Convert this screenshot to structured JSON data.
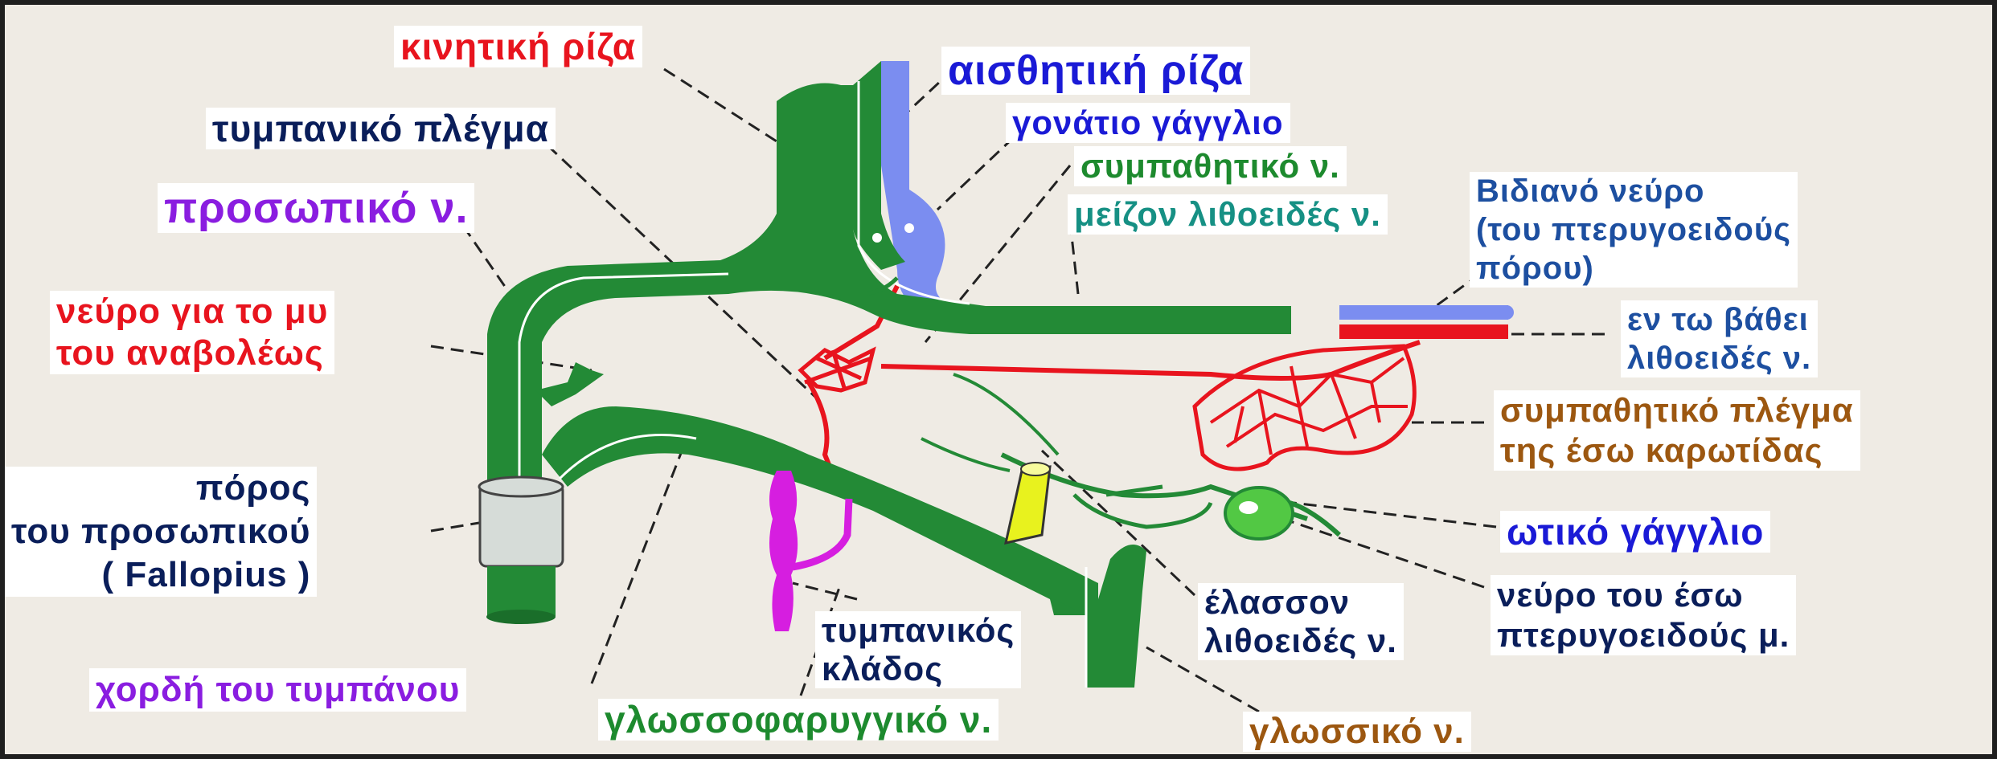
{
  "labels": {
    "motor_root": "κινητική ρίζα",
    "sensory_root": "αισθητική ρίζα",
    "tympanic_plexus": "τυμπανικό πλέγμα",
    "geniculate_ganglion": "γονάτιο γάγγλιο",
    "sympathetic_nerve": "συμπαθητικό ν.",
    "facial_nerve": "προσωπικό ν.",
    "greater_petrosal": "μείζον λιθοειδές ν.",
    "vidian_nerve": "Βιδιανό νεύρο\n(του πτερυγοειδούς\nπόρου)",
    "stapedius_nerve": "νεύρο για το μυ\nτου αναβολέως",
    "deep_petrosal": "εν τω βάθει\nλιθοειδές ν.",
    "carotid_plexus": "συμπαθητικό πλέγμα\nτης έσω καρωτίδας",
    "facial_canal": "πόρος\nτου προσωπικού\n( Fallopius )",
    "otic_ganglion": "ωτικό γάγγλιο",
    "tympanic_branch": "τυμπανικός\nκλάδος",
    "lesser_petrosal": "έλασσον\nλιθοειδές ν.",
    "medial_pterygoid_nerve": "νεύρο του έσω\nπτερυγοειδούς μ.",
    "chorda_tympani": "χορδή του τυμπάνου",
    "glossopharyngeal": "γλωσσοφαρυγγικό ν.",
    "lingual_nerve": "γλωσσικό ν."
  },
  "colors": {
    "nerve_green": "#238a36",
    "sensory_blue": "#7b8df0",
    "sympathetic_red": "#e8141e",
    "chorda_magenta": "#d61ee0",
    "canal_gray": "#d6dcd8",
    "ganglion_yellow": "#e8f21e"
  }
}
